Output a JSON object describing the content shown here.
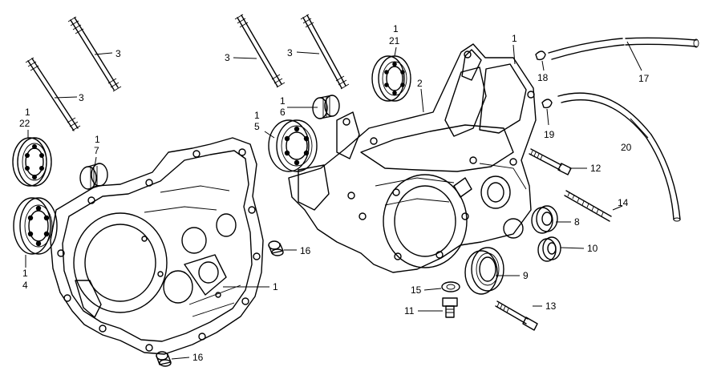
{
  "callouts": {
    "c3a": "3",
    "c3b": "3",
    "c3c": "3",
    "c3d": "3",
    "c1_22": "1",
    "c22": "22",
    "c1_7": "1",
    "c7": "7",
    "c1_4": "1",
    "c4": "4",
    "c1_5": "1",
    "c5": "5",
    "c1_6": "1",
    "c6": "6",
    "c1_21": "1",
    "c21": "21",
    "c1_top": "1",
    "c2": "2",
    "c1_left": "1",
    "c16a": "16",
    "c16b": "16",
    "c17": "17",
    "c18": "18",
    "c19": "19",
    "c20": "20",
    "c12": "12",
    "c14": "14",
    "c8": "8",
    "c10": "10",
    "c9": "9",
    "c15": "15",
    "c11": "11",
    "c13": "13"
  }
}
